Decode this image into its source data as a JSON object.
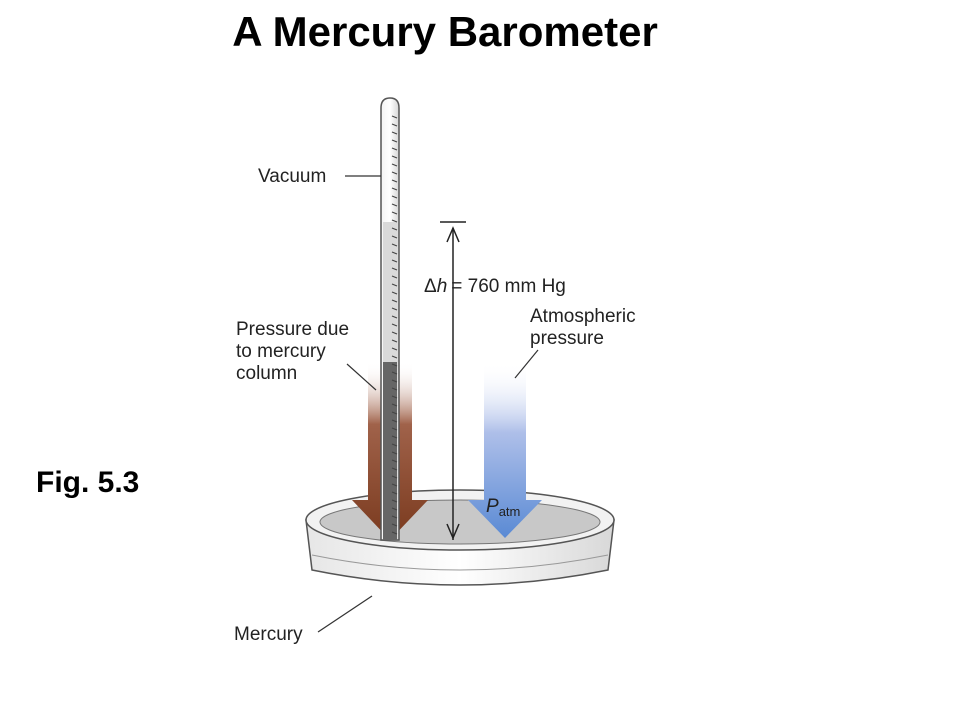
{
  "title": "A Mercury Barometer",
  "figure_label": "Fig. 5.3",
  "labels": {
    "vacuum": "Vacuum",
    "delta_h_symbol": "Δ",
    "delta_h_var": "h",
    "delta_h_value": "= 760 mm Hg",
    "pressure_mercury_line1": "Pressure due",
    "pressure_mercury_line2": "to mercury",
    "pressure_mercury_line3": "column",
    "atmospheric_line1": "Atmospheric",
    "atmospheric_line2": "pressure",
    "patm_main": "P",
    "patm_sub": "atm",
    "mercury": "Mercury"
  },
  "colors": {
    "mercury_column_arrow": "#8b4a2b",
    "atmospheric_arrow": "#5b8ed6",
    "mercury": "#c8c8c8"
  }
}
